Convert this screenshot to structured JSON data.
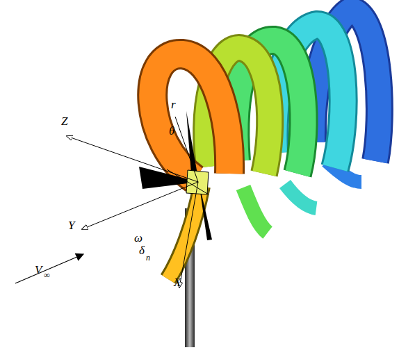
{
  "diagram": {
    "labels": [
      "Z",
      "r",
      "θ",
      "Y",
      "ω",
      "δ",
      "n",
      "V",
      "∞",
      "X"
    ]
  }
}
